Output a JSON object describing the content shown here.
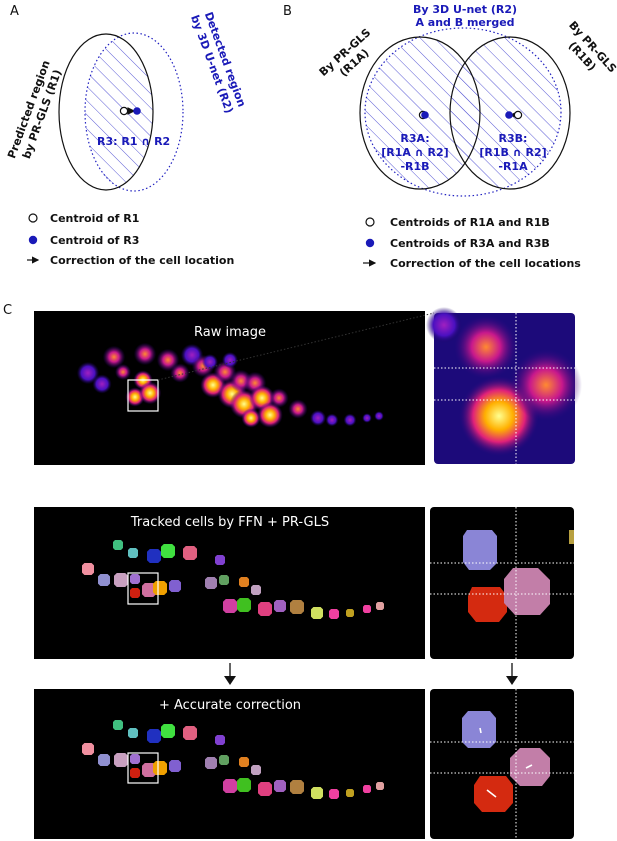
{
  "panel_a": {
    "letter": "A",
    "r1_label_1": "Predicted region",
    "r1_label_2": "by PR-GLS (R1)",
    "r2_label_1": "Detected region",
    "r2_label_2": "by 3D U-net (R2)",
    "r3_label": "R3: R1 ∩ R2",
    "legend": [
      {
        "label": "Centroid of R1"
      },
      {
        "label": "Centroid of R3"
      },
      {
        "label": "Correction of the cell location"
      }
    ]
  },
  "panel_b": {
    "letter": "B",
    "top_label_1": "By 3D U-net (R2)",
    "top_label_2": "A and B merged",
    "r1a_label_1": "By PR-GLS",
    "r1a_label_2": "(R1A)",
    "r1b_label_1": "By PR-GLS",
    "r1b_label_2": "(R1B)",
    "r3a_lines": [
      "R3A:",
      "[R1A ∩ R2]",
      "-R1B"
    ],
    "r3b_lines": [
      "R3B:",
      "[R1B ∩ R2]",
      "-R1A"
    ],
    "legend": [
      {
        "label": "Centroids of R1A and R1B"
      },
      {
        "label": "Centroids of R3A and R3B"
      },
      {
        "label": "Correction of the cell locations"
      }
    ]
  },
  "panel_c": {
    "letter": "C",
    "raw_title": "Raw image",
    "tracked_title": "Tracked cells by FFN + PR-GLS",
    "corrected_title": "+ Accurate correction"
  },
  "colors": {
    "blue": "#1a1ab8",
    "hatch": "#5b5bd6",
    "dark_panel": "#000000"
  }
}
